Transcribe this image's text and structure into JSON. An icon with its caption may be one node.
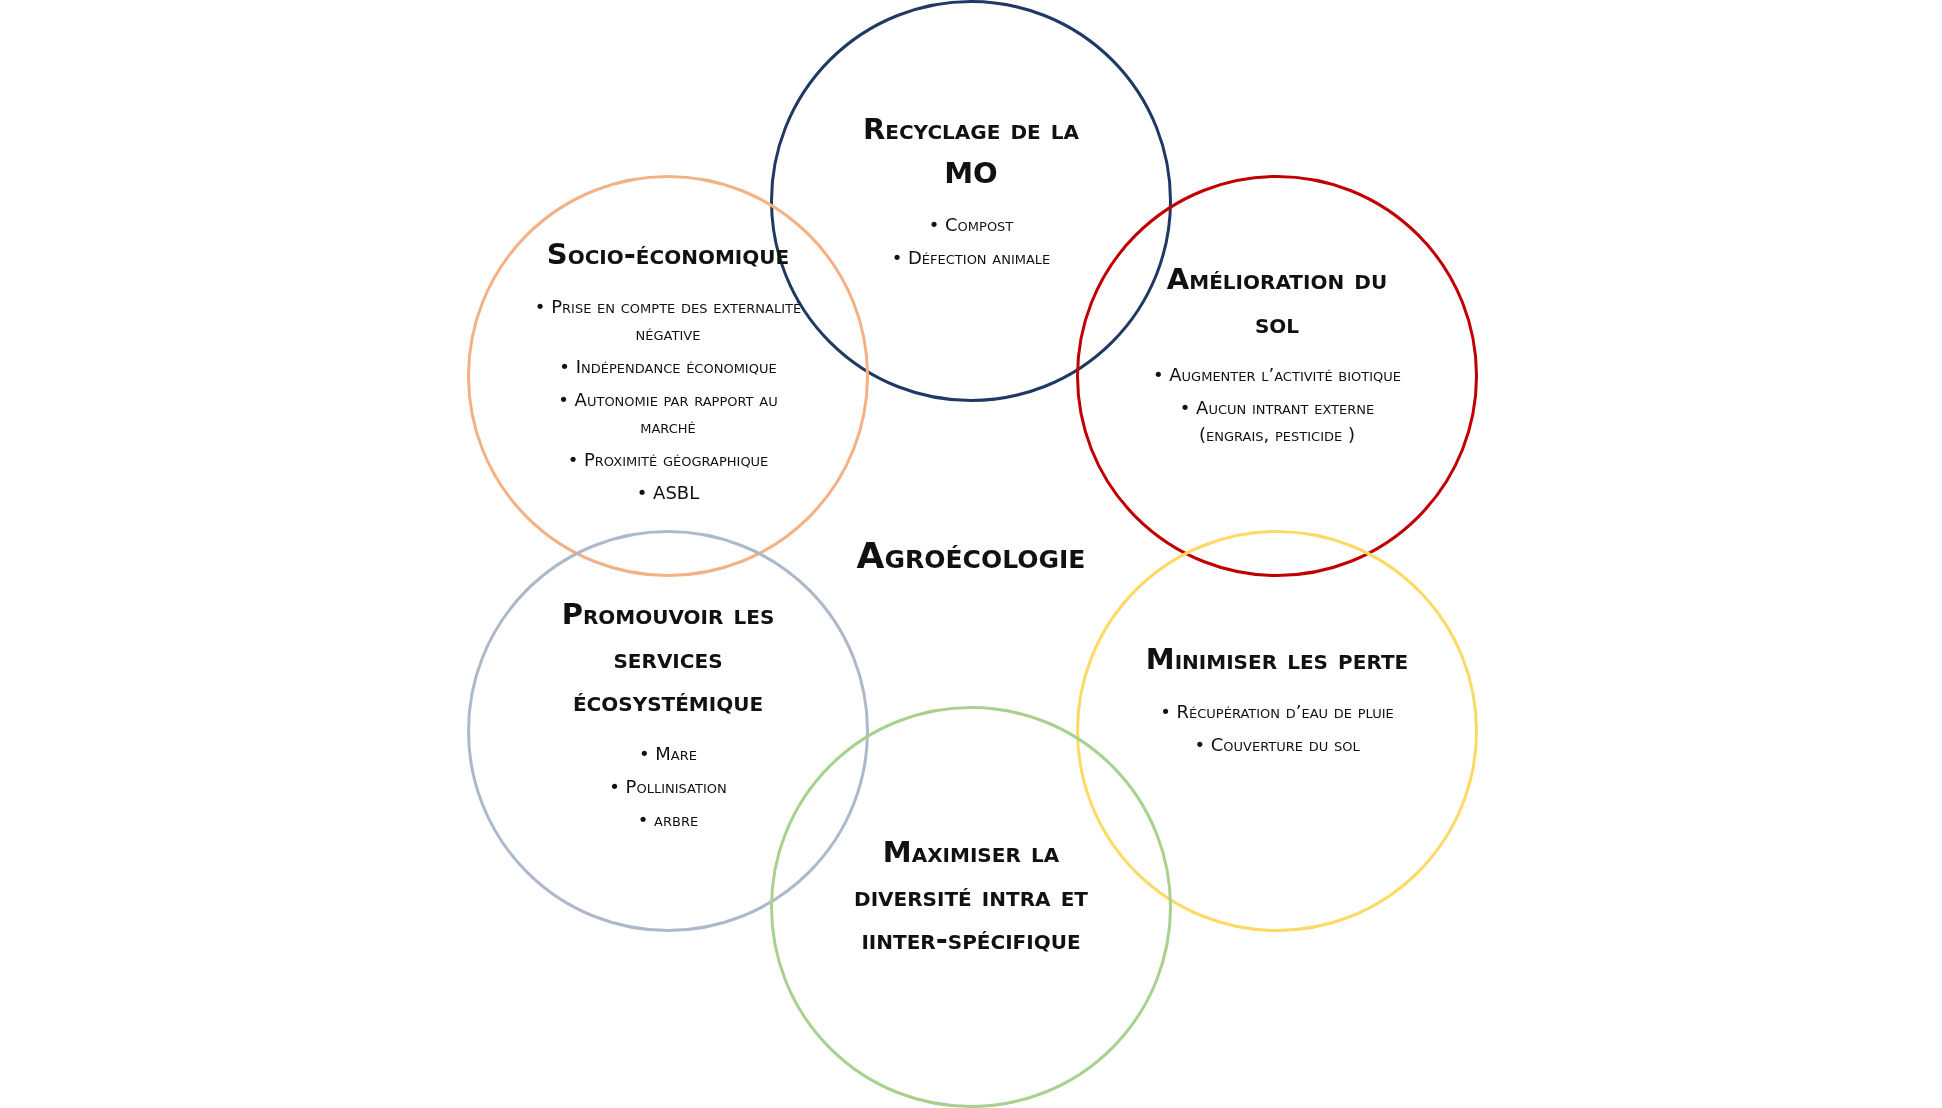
{
  "diagram": {
    "title": "Agroécologie",
    "nodes": [
      {
        "text": [
          "Recyclage de la MO",
          "• Compost",
          "• Défection animale"
        ]
      },
      {
        "text": [
          "Socio-économique",
          "• Prise en compte des externalité négative",
          "• Indépendance économique",
          "• Autonomie par rapport au marché",
          "• Proximité géographique",
          "• ASBL"
        ]
      },
      {
        "text": [
          "Amélioration du sol",
          "• Augmenter l’activité biotique",
          "• Aucun intrant externe (engrais, pesticide )"
        ]
      },
      {
        "text": [
          "Promouvoir les services écosystémique",
          "• Mare",
          "• Pollinisation",
          "• arbre"
        ]
      },
      {
        "text": [
          "Minimiser les perte",
          "• Récupération d’eau de pluie",
          "• Couverture du sol"
        ]
      },
      {
        "text": [
          "Maximiser la diversité intra et iinter-spécifique"
        ]
      }
    ]
  }
}
